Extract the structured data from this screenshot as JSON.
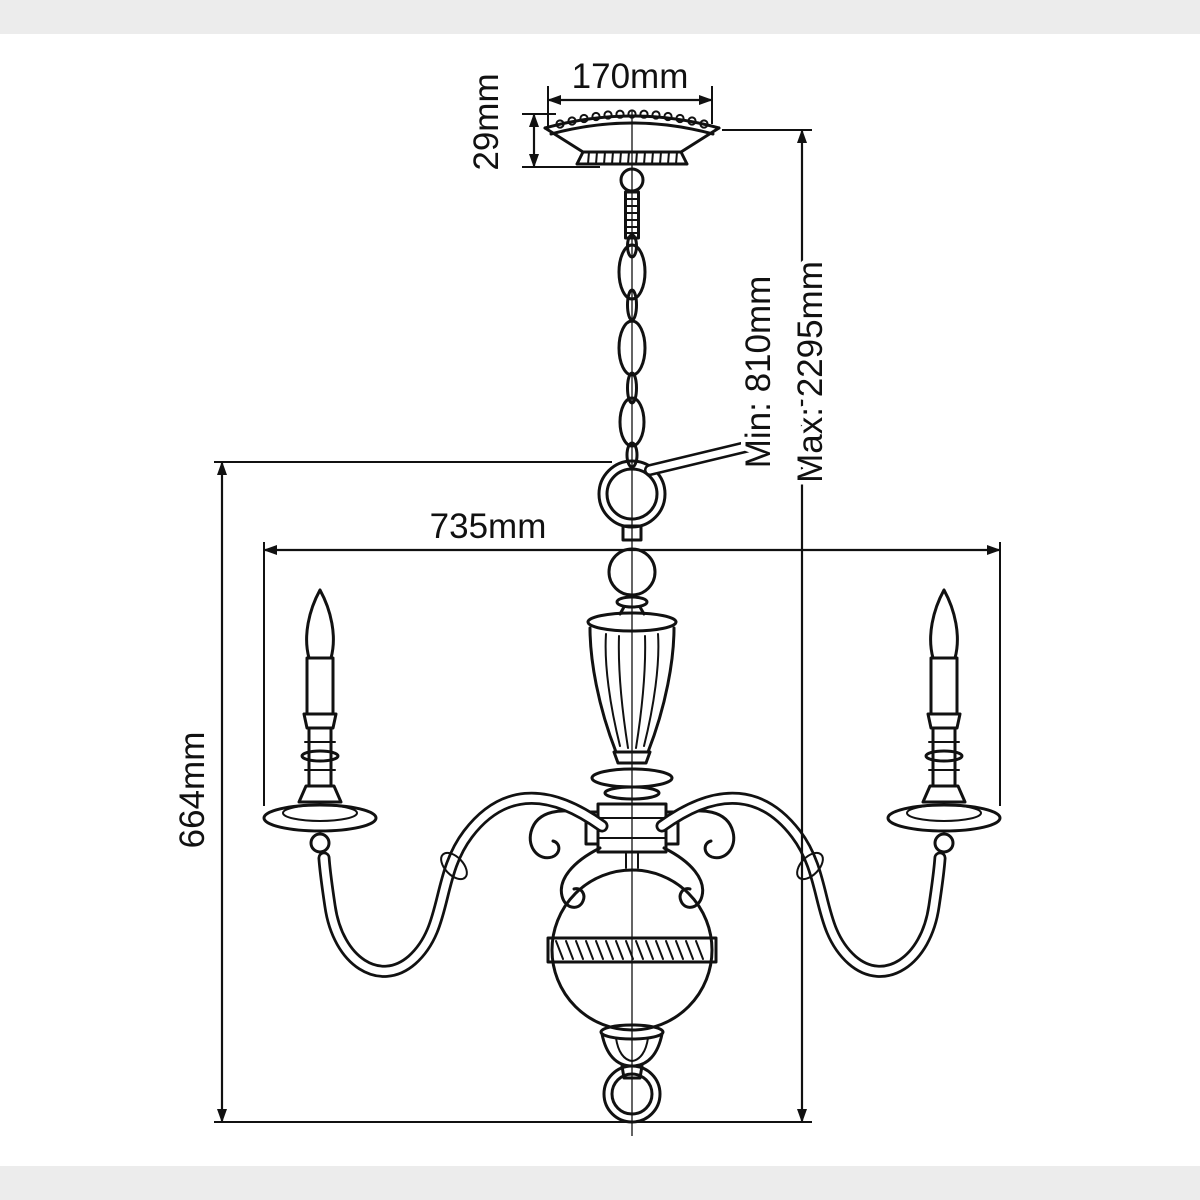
{
  "labels": {
    "canopy_width": "170mm",
    "canopy_height": "29mm",
    "suspension_min": "Min: 810mm",
    "suspension_max": "Max: 2295mm",
    "fixture_width": "735mm",
    "fixture_height": "664mm"
  },
  "colors": {
    "ink": "#111111",
    "background": "#ffffff",
    "letterbox": "#ececec"
  }
}
